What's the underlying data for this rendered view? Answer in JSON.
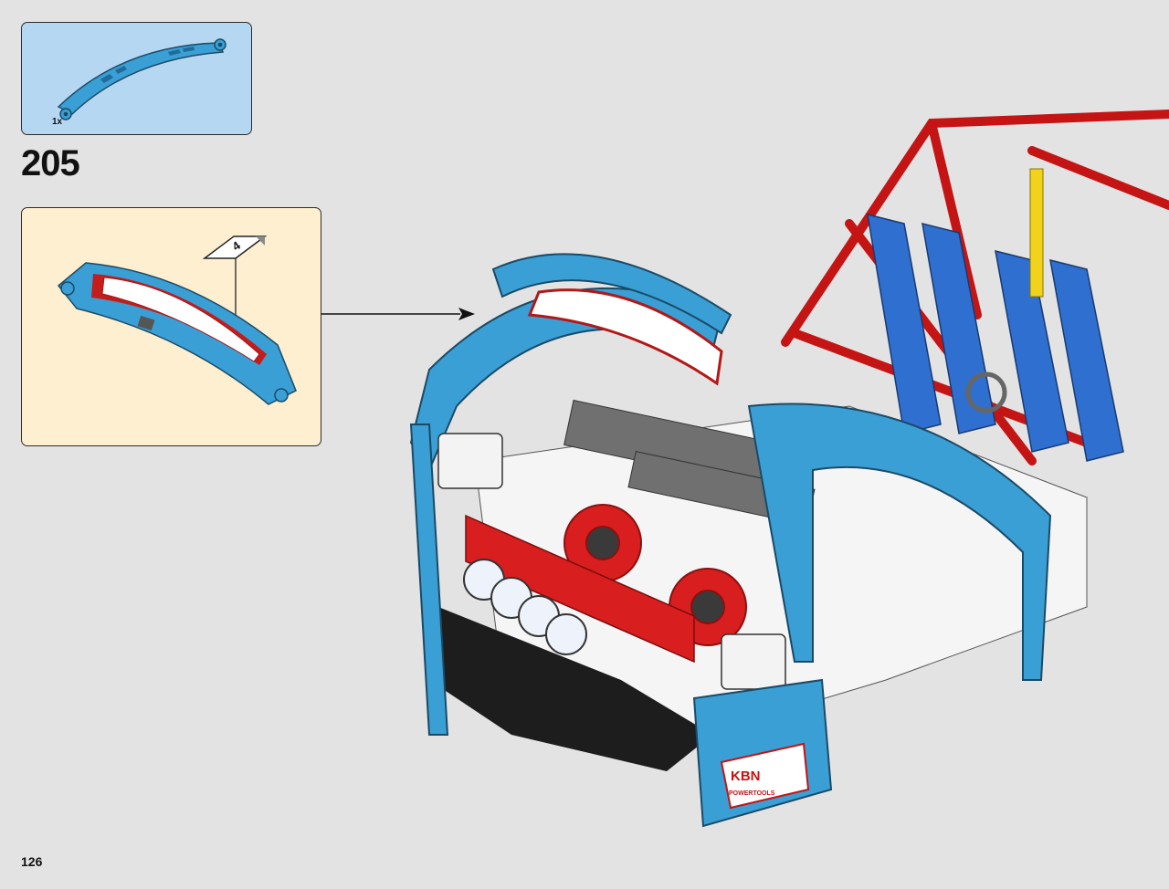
{
  "parts_callout": {
    "quantity": "1x",
    "part_icon": "curved-panel-blue"
  },
  "step": {
    "number": "205"
  },
  "subassembly": {
    "step_badge": "4",
    "part_icon": "curved-panel-red-white"
  },
  "model": {
    "icon": "rally-car-assembly",
    "decal_logo": "KBN",
    "decal_text": "POWERTOOLS"
  },
  "colors": {
    "background": "#e3e3e3",
    "parts_box": "#b6d7f2",
    "subassembly_box": "#fdefd0",
    "piece_blue": "#3a9fd4",
    "piece_red": "#d81e1e",
    "piece_white": "#ffffff",
    "piece_gray": "#6e6e6e"
  },
  "page": {
    "number": "126"
  }
}
